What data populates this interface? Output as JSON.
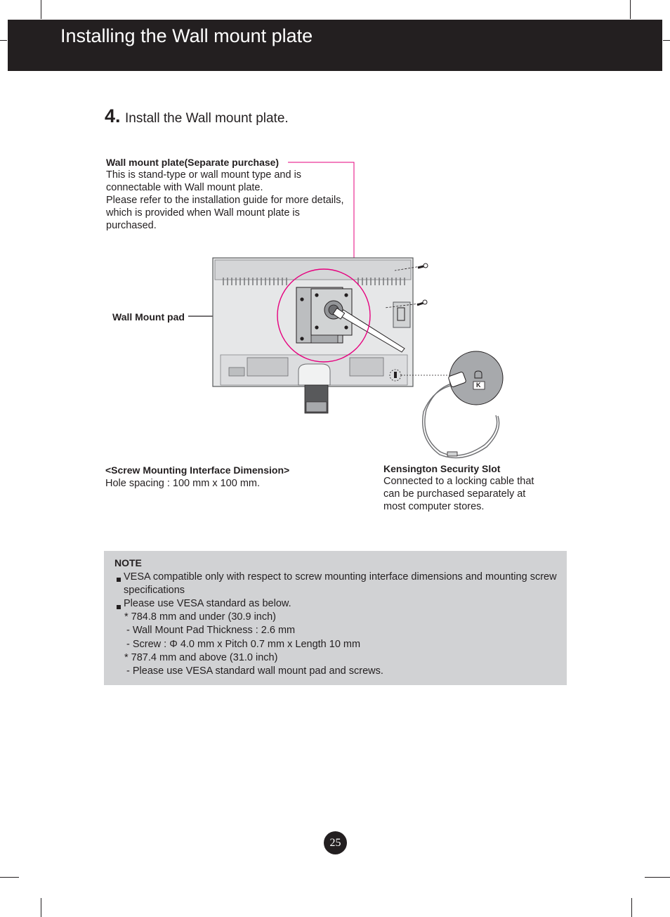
{
  "header": {
    "title": "Installing the Wall mount plate"
  },
  "step": {
    "number": "4.",
    "text": "Install the Wall mount plate."
  },
  "wall_mount_plate": {
    "title": "Wall mount plate(Separate purchase)",
    "lines": [
      "This is stand-type or wall mount type and is",
      "connectable with Wall mount plate.",
      "Please refer to the installation guide for more details,",
      "which is provided when Wall mount plate is",
      "purchased."
    ]
  },
  "wall_mount_pad": {
    "label": "Wall Mount pad"
  },
  "screw_interface": {
    "title": "<Screw Mounting Interface Dimension>",
    "text": "Hole spacing : 100 mm x 100 mm."
  },
  "kensington": {
    "title": "Kensington Security Slot",
    "lines": [
      "Connected to a locking cable that",
      "can be purchased separately at",
      "most computer stores."
    ],
    "lock_letter": "K"
  },
  "note": {
    "title": "NOTE",
    "bullet1": [
      "VESA compatible only with respect to screw mounting interface dimensions and mounting screw",
      "specifications"
    ],
    "bullet2": "Please use VESA standard as below.",
    "lines": [
      "* 784.8 mm and under (30.9 inch)",
      "- Wall Mount Pad Thickness :  2.6 mm",
      "- Screw : Φ  4.0 mm x Pitch 0.7 mm x Length 10 mm",
      "* 787.4 mm and above (31.0 inch)",
      "- Please use VESA standard wall mount pad and screws."
    ]
  },
  "page_number": "25",
  "colors": {
    "header_bg": "#231f20",
    "note_bg": "#d1d2d4",
    "callout_line": "#e6007e"
  }
}
